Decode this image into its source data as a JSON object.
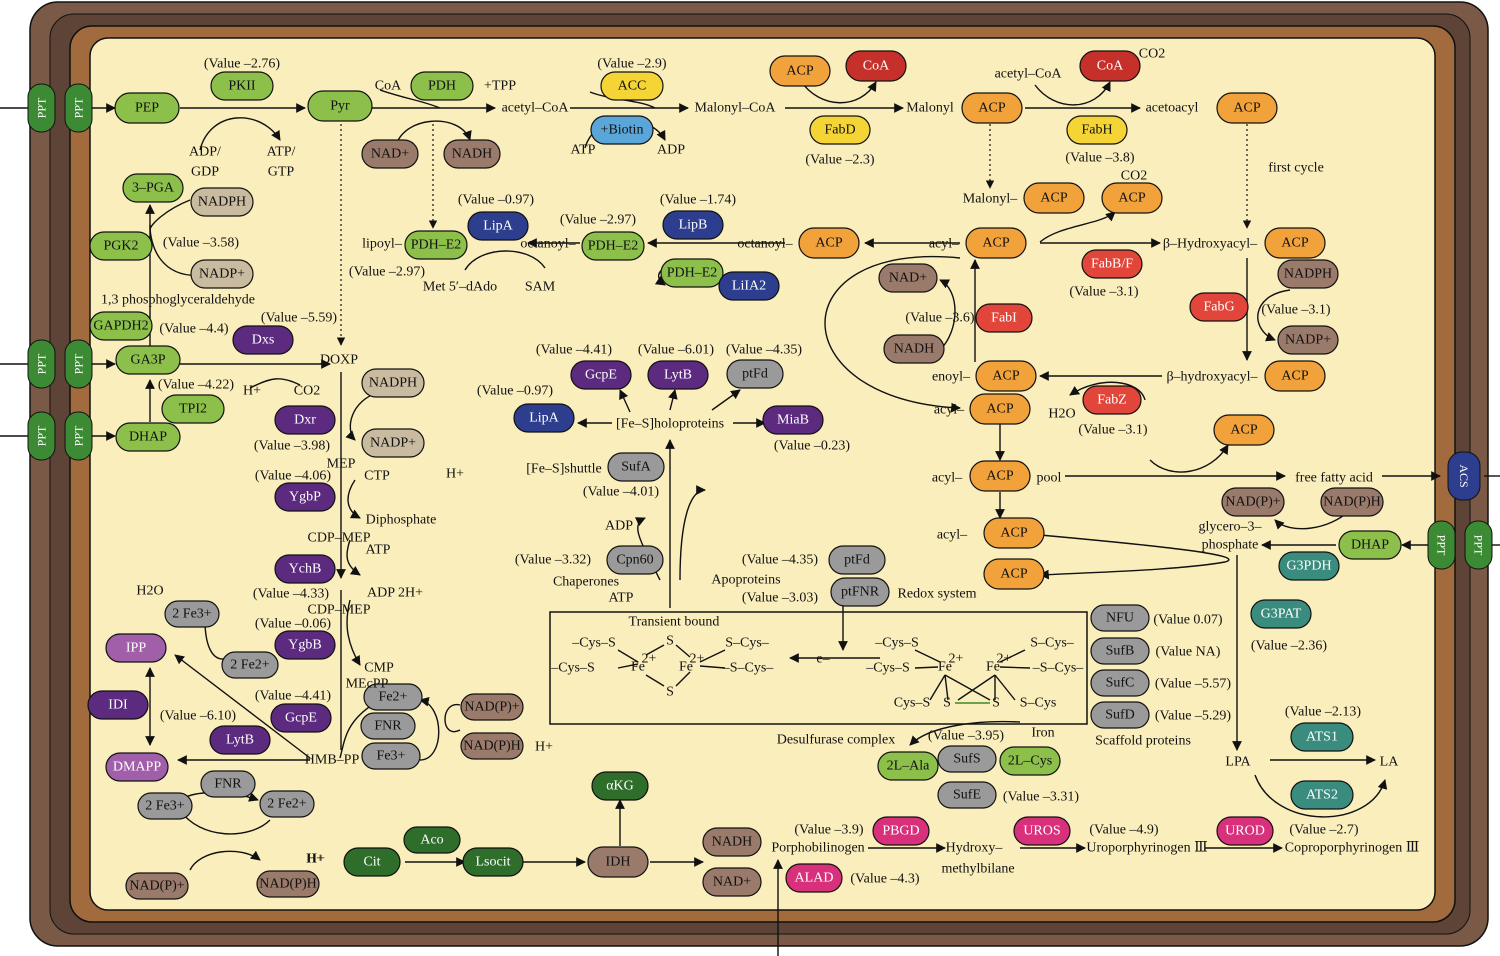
{
  "colors": {
    "outer": "#7a5a47",
    "inner_brown": "#a16b3e",
    "cytoplasm": "#fbeebd",
    "green": "#8cc04b",
    "dark_green": "#2f6d2b",
    "orange": "#f2a23a",
    "red": "#c6302a",
    "yellow": "#f5d536",
    "blue": "#5aa6d9",
    "navy": "#2d3e8e",
    "purple": "#5c2a7e",
    "grey": "#9a9a9a",
    "tan": "#c9bb9f",
    "brown": "#9a7a6a",
    "teal": "#3a8c7e",
    "magenta": "#d8307a",
    "violet_light": "#a25fa9",
    "node_red": "#e2453a"
  },
  "ppt": {
    "label": "PPT",
    "acs": "ACS"
  },
  "nodes": {
    "pep": "PEP",
    "pkii": "PKII",
    "pyr": "Pyr",
    "pdh": "PDH",
    "nadp_1": "NAD+",
    "nadh_1": "NADH",
    "acc": "ACC",
    "biotin": "+Biotin",
    "acp": "ACP",
    "coa": "CoA",
    "fabd": "FabD",
    "fabh": "FabH",
    "pga3": "3–PGA",
    "nadph": "NADPH",
    "pgk2": "PGK2",
    "nadpp": "NADP+",
    "gapdh2": "GAPDH2",
    "ga3p": "GA3P",
    "dxs": "Dxs",
    "tpi2": "TPI2",
    "dhap": "DHAP",
    "dxr": "Dxr",
    "ygbp": "YgbP",
    "ychb": "YchB",
    "ygbb": "YgbB",
    "gcpe": "GcpE",
    "lytb": "LytB",
    "idi": "IDI",
    "ipp": "IPP",
    "dmapp": "DMAPP",
    "fnr": "FNR",
    "fe2": "Fe2+",
    "fe3": "Fe3+",
    "fe2_2": "2 Fe2+",
    "fe3_2": "2 Fe3+",
    "nadpp_x": "NAD(P)+",
    "nadph_x": "NAD(P)H",
    "pdh_e2": "PDH–E2",
    "lipa": "LipA",
    "lipb": "LipB",
    "lila2": "LiIA2",
    "mib": "MiaB",
    "ptfd": "ptFd",
    "ptfnr": "ptFNR",
    "sufa": "SufA",
    "cpn60": "Cpn60",
    "fabbf": "FabB/F",
    "fabi": "FabI",
    "fabg": "FabG",
    "fabz": "FabZ",
    "nadp_p": "NAD+",
    "nadh_p": "NADH",
    "nfu": "NFU",
    "sufb": "SufB",
    "sufc": "SufC",
    "sufd": "SufD",
    "sufs": "SufS",
    "sufe": "SufE",
    "l2ala": "2L–Ala",
    "l2cys": "2L–Cys",
    "g3pdh": "G3PDH",
    "g3pat": "G3PAT",
    "ats1": "ATS1",
    "ats2": "ATS2",
    "akg": "αKG",
    "aco": "Aco",
    "cit": "Cit",
    "lsocit": "Lsocit",
    "idh": "IDH",
    "pbgd": "PBGD",
    "uros": "UROS",
    "urod": "UROD",
    "alad": "ALAD",
    "nadp_2": "NAD(P)+",
    "nadph_2": "NAD(P)H"
  },
  "labels": {
    "v276": "(Value –2.76)",
    "v29": "(Value –2.9)",
    "coa": "CoA",
    "tpp": "+TPP",
    "acetyl_coa": "acetyl–CoA",
    "malonyl_coa": "Malonyl–CoA",
    "malonyl": "Malonyl",
    "acetyl_coa2": "acetyl–CoA",
    "co2": "CO2",
    "acetoacyl": "acetoacyl",
    "adp_gdp": "ADP/",
    "gdp": "GDP",
    "atp_gtp": "ATP/",
    "gtp": "GTP",
    "atp": "ATP",
    "adp": "ADP",
    "v23": "(Value –2.3)",
    "v38": "(Value –3.8)",
    "first_cycle": "first cycle",
    "v358": "(Value –3.58)",
    "v097a": "(Value –0.97)",
    "v174": "(Value –1.74)",
    "v297a": "(Value –2.97)",
    "lipoyl": "lipoyl–",
    "octanoyl": "octanoyl–",
    "octanoyl2": "octanoyl–",
    "v297b": "(Value –2.97)",
    "met": "Met 5′–dAdo",
    "sam": "SAM",
    "malonyl2": "Malonyl–",
    "acyl1": "acyl–",
    "b_hydroxyacyl": "β–Hydroxyacyl–",
    "v31a": "(Value –3.1)",
    "v31b": "(Value –3.1)",
    "v31c": "(Value –3.1)",
    "phospho": "1,3 phosphoglyceraldehyde",
    "v44": "(Value –4.4)",
    "v559": "(Value –5.59)",
    "doxp": "DOXP",
    "v422": "(Value –4.22)",
    "hplus": "H+",
    "co2b": "CO2",
    "v36": "(Value –3.6)",
    "enoyl": "enoyl–",
    "b_hydroxyacyl2": "β–hydroxyacyl–",
    "h2o": "H2O",
    "acyl2": "acyl–",
    "v441": "(Value –4.41)",
    "v601": "(Value –6.01)",
    "v435": "(Value –4.35)",
    "v097b": "(Value –0.97)",
    "fes_holo": "[Fe–S]holoproteins",
    "v023": "(Value –0.23)",
    "v398": "(Value –3.98)",
    "mep": "MEP",
    "v406": "(Value –4.06)",
    "ctp": "CTP",
    "hplus2": "H+",
    "diphos": "Diphosphate",
    "fes_shuttle": "[Fe–S]shuttle",
    "v401": "(Value –4.01)",
    "acyl3": "acyl–",
    "pool": "pool",
    "free_fa": "free fatty acid",
    "cdp_mep": "CDP–MEP",
    "atp2": "ATP",
    "v433": "(Value –4.33)",
    "adp2h": "ADP 2H+",
    "cdp_mep2": "CDP–MEP",
    "v006": "(Value –0.06)",
    "cmp": "CMP",
    "mecpp": "MEcPP",
    "v441b": "(Value –4.41)",
    "hmb_pp": "HMB–PP",
    "h2o2": "H2O",
    "v610": "(Value –6.10)",
    "hplus3": "H+",
    "hplus4": "H+",
    "adp3": "ADP",
    "v332": "(Value –3.32)",
    "chaperones": "Chaperones",
    "atp3": "ATP",
    "v435b": "(Value –4.35)",
    "apoproteins": "Apoproteins",
    "v303": "(Value –3.03)",
    "redox": "Redox system",
    "acyl4": "acyl–",
    "glycero": "glycero–3–",
    "phosphate": "phosphate",
    "transient": "Transient bound",
    "e_minus": "e–",
    "cys_s1": "–Cys–S",
    "cys_s2": "–Cys–S",
    "s_cys1": "S–Cys–",
    "s_cys2": "–S–Cys–",
    "cys_s3": "–Cys–S",
    "cys_s4": "–Cys–S",
    "s_cys3": "S–Cys–",
    "s_cys4": "–S–Cys–",
    "s1": "S",
    "s2": "S",
    "fe_a": "Fe",
    "fe_b": "Fe",
    "fe_c": "Fe",
    "fe_d": "Fe",
    "sup2": "2+",
    "cys_s_green": "Cys–S",
    "s_mid": "S",
    "s_mid2": "S",
    "s_cys_green": "S–Cys",
    "iron": "Iron",
    "v007": "(Value 0.07)",
    "vna": "(Value NA)",
    "v557": "(Value –5.57)",
    "v529": "(Value –5.29)",
    "scaffold": "Scaffold proteins",
    "desulf": "Desulfurase complex",
    "v395": "(Value –3.95)",
    "v331": "(Value –3.31)",
    "v236": "(Value –2.36)",
    "v213": "(Value –2.13)",
    "lpa": "LPA",
    "la": "LA",
    "v39": "(Value –3.9)",
    "porpho": "Porphobilinogen",
    "hydroxy": "Hydroxy–",
    "methylbilane": "methylbilane",
    "v49": "(Value –4.9)",
    "uropor": "Uroporphyrinogen Ⅲ",
    "v27": "(Value –2.7)",
    "copro": "Coproporphyrinogen Ⅲ",
    "v43": "(Value –4.3)",
    "hplus5": "H+"
  }
}
